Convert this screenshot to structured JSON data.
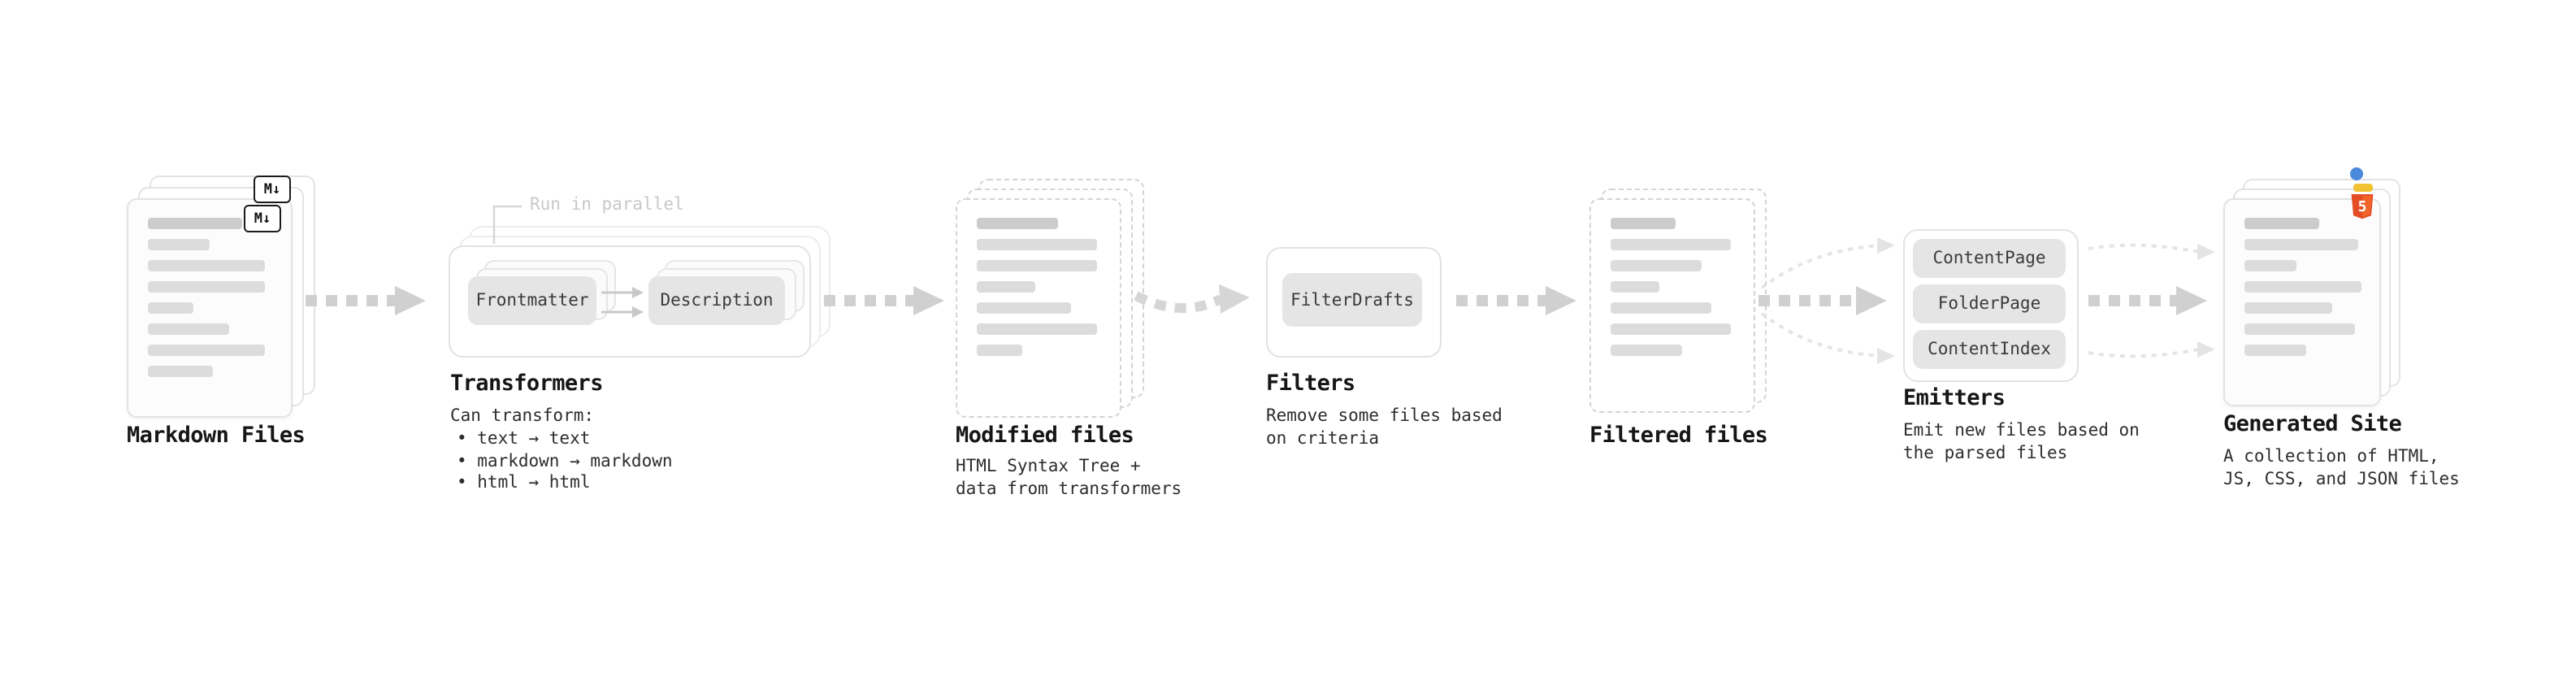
{
  "diagram": {
    "stages": {
      "markdown_files": {
        "title": "Markdown Files",
        "md_icon_label": "M↓"
      },
      "transformers": {
        "title": "Transformers",
        "annotation": "Run in parallel",
        "nodes": [
          "Frontmatter",
          "Description"
        ],
        "caption_heading": "Can transform:",
        "bullets": [
          "• text → text",
          "• markdown → markdown",
          "• html → html"
        ]
      },
      "modified_files": {
        "title": "Modified files",
        "caption": [
          "HTML Syntax Tree +",
          "data from transformers"
        ]
      },
      "filters": {
        "title": "Filters",
        "nodes": [
          "FilterDrafts"
        ],
        "caption": [
          "Remove some files based",
          "on criteria"
        ]
      },
      "filtered_files": {
        "title": "Filtered files"
      },
      "emitters": {
        "title": "Emitters",
        "nodes": [
          "ContentPage",
          "FolderPage",
          "ContentIndex"
        ],
        "caption": [
          "Emit new files based on",
          "the parsed files"
        ]
      },
      "generated_site": {
        "title": "Generated Site",
        "caption": [
          "A collection of HTML,",
          "JS, CSS, and JSON files"
        ],
        "html5_icon_label": "5"
      }
    },
    "colors": {
      "arrow": "#d0d0d0",
      "arrow_light": "#e4e4e4",
      "html5_orange": "#e44d26",
      "js_yellow": "#f1c232",
      "json_blue": "#4a89dc"
    }
  }
}
